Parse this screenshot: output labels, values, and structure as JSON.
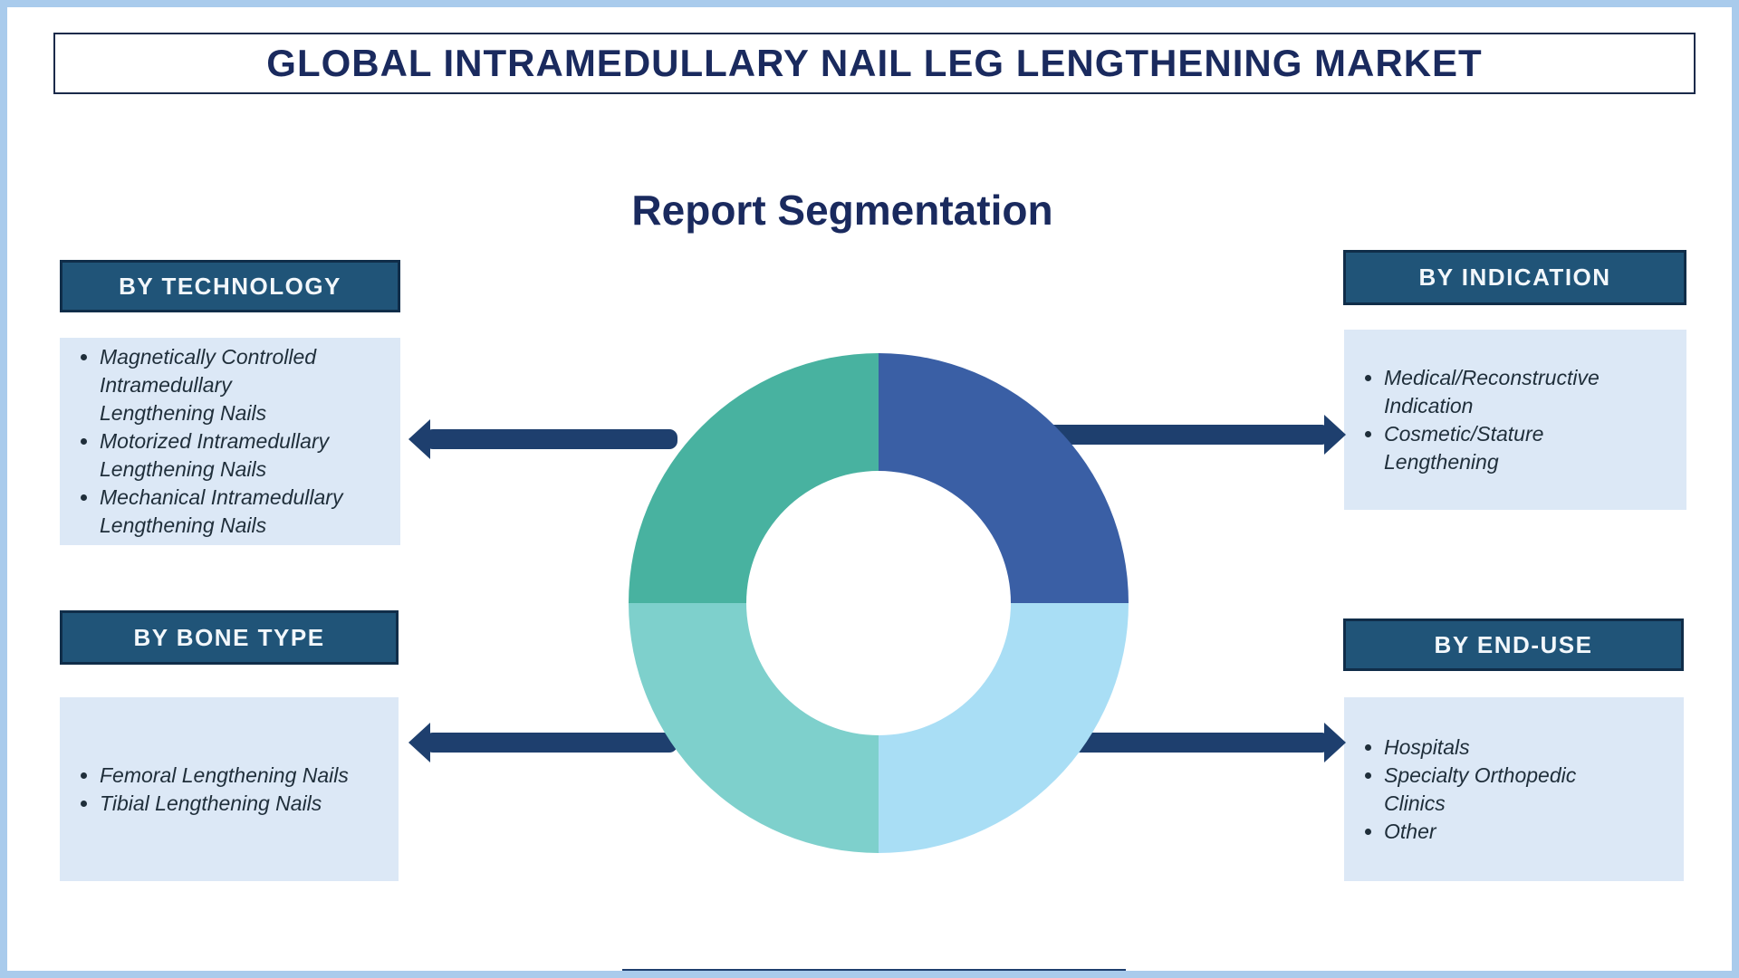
{
  "title": "GLOBAL INTRAMEDULLARY NAIL LEG LENGTHENING MARKET",
  "subtitle": "Report Segmentation",
  "segments": {
    "technology": {
      "label": "BY TECHNOLOGY",
      "items": [
        "Magnetically Controlled\nIntramedullary\nLengthening Nails",
        "Motorized Intramedullary\nLengthening Nails",
        "Mechanical Intramedullary\nLengthening Nails"
      ]
    },
    "indication": {
      "label": "BY INDICATION",
      "items": [
        "Medical/Reconstructive\nIndication",
        "Cosmetic/Stature\nLengthening"
      ]
    },
    "bone_type": {
      "label": "BY BONE TYPE",
      "items": [
        "Femoral Lengthening Nails",
        "Tibial Lengthening Nails"
      ]
    },
    "end_use": {
      "label": "BY END-USE",
      "items": [
        "Hospitals",
        "Specialty Orthopedic\nClinics",
        "Other"
      ]
    }
  },
  "chart_data": {
    "type": "pie",
    "subtype": "donut",
    "title": "Report Segmentation",
    "categories": [
      "By Indication",
      "By End-Use",
      "By Bone Type",
      "By Technology"
    ],
    "values": [
      25,
      25,
      25,
      25
    ],
    "segments": [
      {
        "name": "By Indication",
        "position": "top-right",
        "color": "#3a5fa5",
        "value": 25
      },
      {
        "name": "By End-Use",
        "position": "bottom-right",
        "color": "#a9def5",
        "value": 25
      },
      {
        "name": "By Bone Type",
        "position": "bottom-left",
        "color": "#7ed0cc",
        "value": 25
      },
      {
        "name": "By Technology",
        "position": "top-left",
        "color": "#48b2a0",
        "value": 25
      }
    ],
    "legend_position": "none",
    "labels_shown": false
  },
  "colors": {
    "navy": "#1a2a5e",
    "arrow": "#1e3f6e",
    "header_bg": "#205478",
    "header_border": "#102d49",
    "header_text": "#f2f7fb",
    "list_bg": "#dce8f6",
    "list_text": "#1f2e3a",
    "frame": "#a9cbec",
    "donut_hole": "#ffffff"
  }
}
